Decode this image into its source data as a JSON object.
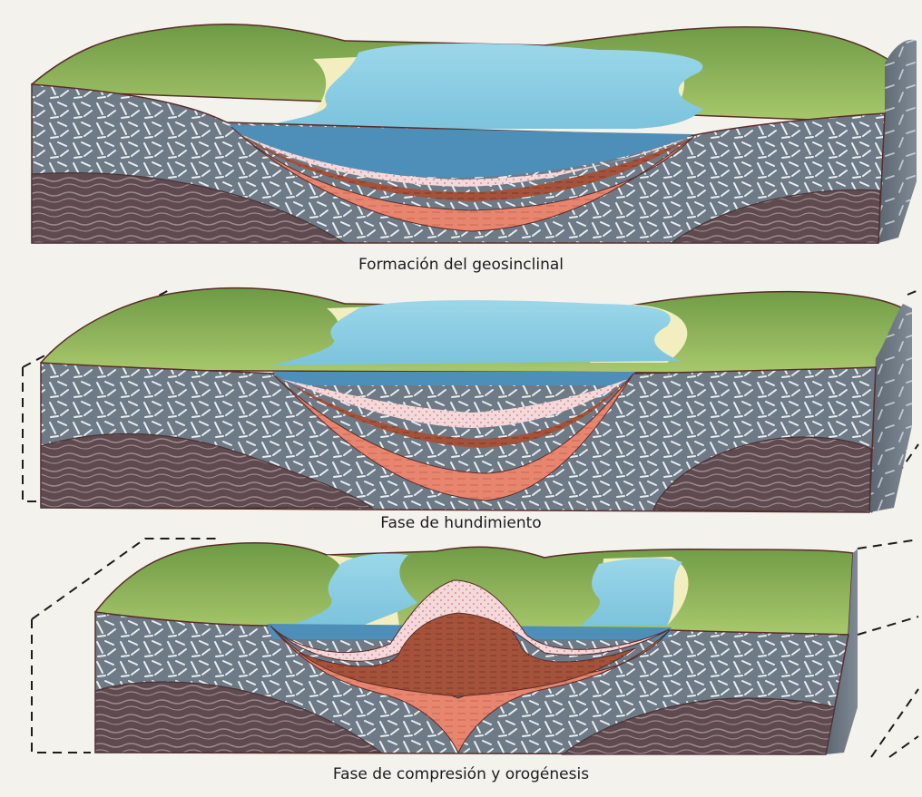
{
  "diagram": {
    "panels": [
      {
        "id": "geosynclinal-formation",
        "caption": "Formación del geosinclinal"
      },
      {
        "id": "subsidence-phase",
        "caption": "Fase de hundimiento"
      },
      {
        "id": "compression-phase",
        "caption": "Fase de compresión y orogénesis"
      }
    ],
    "colors": {
      "land_green": "#8fb55a",
      "shore_cream": "#f2eec0",
      "water_light": "#8fd0e6",
      "water_deep": "#4d8fb8",
      "crust_gray": "#6e7a86",
      "base_rock": "#5e4a4f",
      "sed_pink": "#f4d8dc",
      "sed_rust": "#a5523a",
      "sed_salmon": "#e8856e",
      "outline": "#5b2c2a"
    }
  }
}
